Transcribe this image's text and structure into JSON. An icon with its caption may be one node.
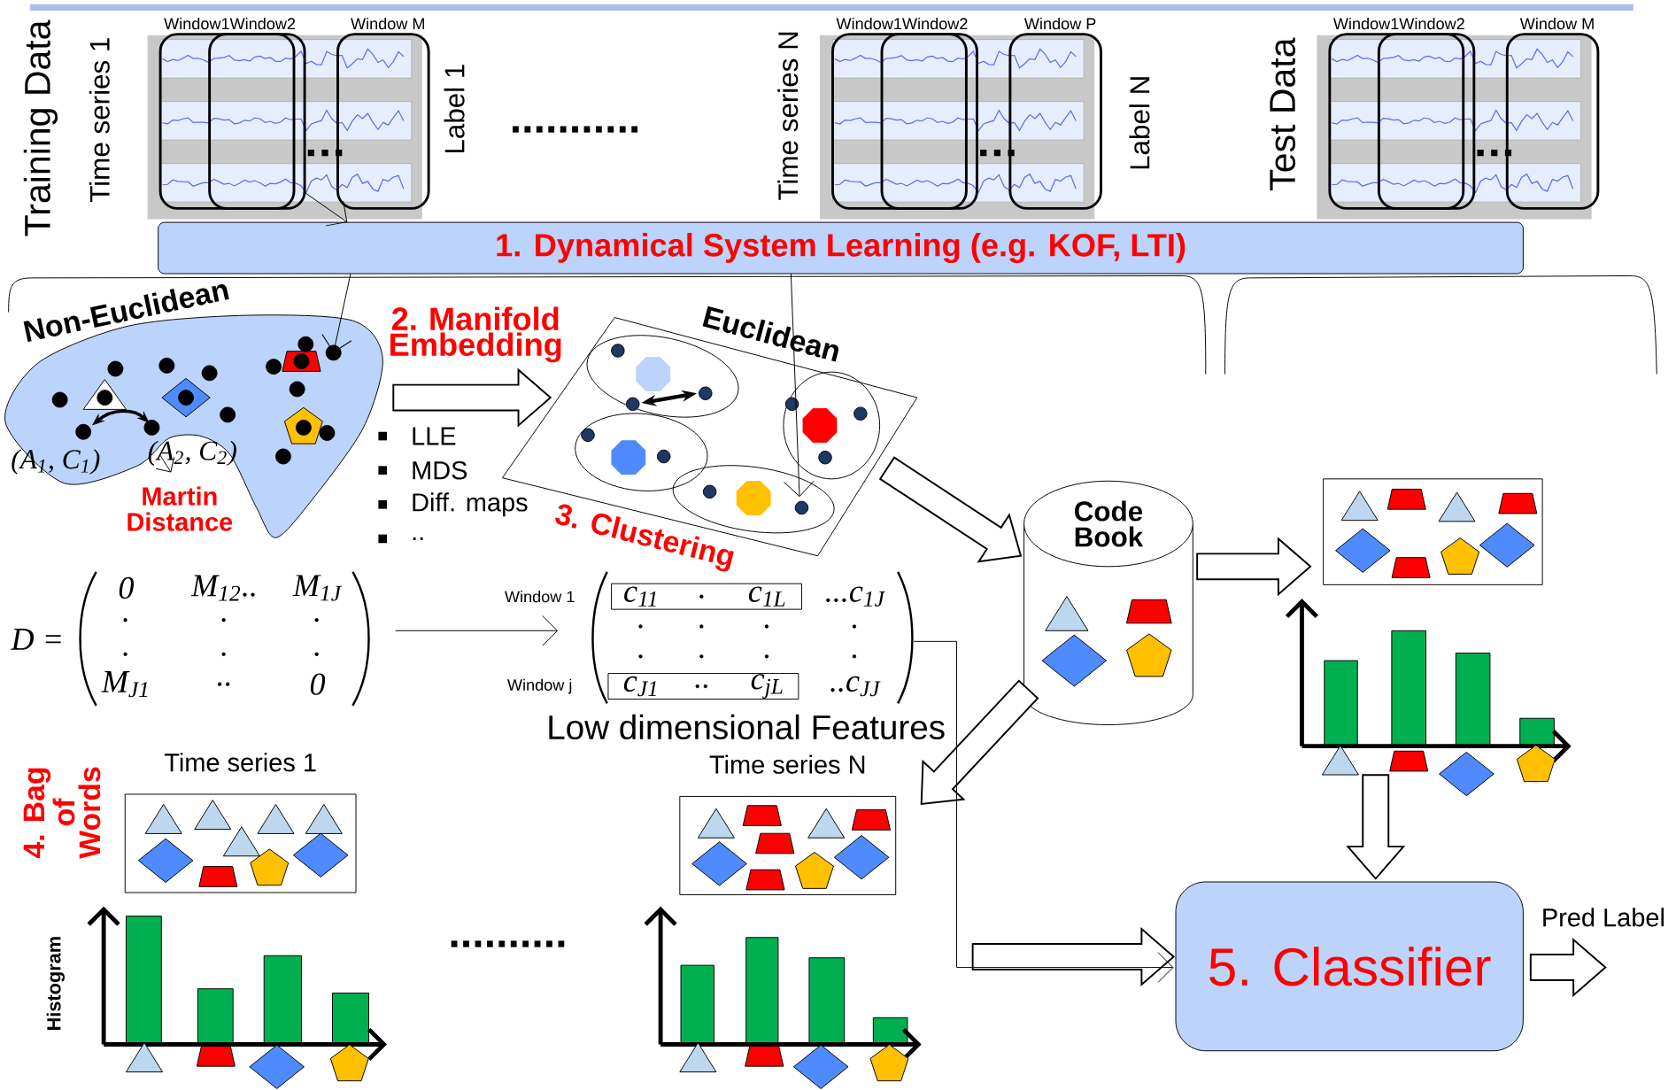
{
  "diagram": {
    "nodes": [
      {
        "text": [
          "1. Dynamical System Learning (e.g. KOF, LTI)"
        ]
      },
      {
        "text": [
          "Non-Euclidean"
        ]
      },
      {
        "text": [
          "Euclidean"
        ]
      },
      {
        "text": [
          "Code Book"
        ]
      },
      {
        "text": [
          "5. Classifier"
        ]
      },
      {
        "text": [
          "Window1Window2",
          "Window M"
        ],
        "beside": [
          "Time series 1",
          "Label 1"
        ]
      },
      {
        "text": [
          "Window1Window2",
          "Window P"
        ],
        "beside": [
          "Time series N",
          "Label N"
        ]
      },
      {
        "text": [
          "Window1Window2",
          "Window M"
        ],
        "beside": [
          "Test Data"
        ]
      },
      {
        "text": [
          "D =",
          "0",
          "M$_{12}$..",
          "M$_{1J}$",
          ".",
          ".",
          ".",
          ".",
          ".",
          ".",
          "M$_{J1}$",
          "..",
          "0"
        ]
      },
      {
        "text": [
          "Low dimensional Features",
          "c$_{11}$",
          ".",
          "c$_{1L}$",
          "...c$_{1J}$",
          ".",
          ".",
          ".",
          ".",
          ".",
          ".",
          ".",
          ".",
          "c$_{J1}$",
          "..",
          "c$_{jL}$",
          "..c$_{JJ}$"
        ],
        "beside": [
          "Window 1",
          "Window j"
        ]
      },
      {
        "text": [
          "Time series 1"
        ]
      },
      {
        "text": [
          "Time series N"
        ]
      },
      {
        "text": [],
        "shape": "box"
      },
      {
        "text": [],
        "shape": "picture"
      },
      {
        "text": [],
        "shape": "picture"
      }
    ],
    "edges": [
      {
        "from": 5,
        "to": 0,
        "arrow": "to"
      },
      {
        "from": 0,
        "to": 1,
        "arrow": "to"
      },
      {
        "from": 0,
        "to": 2,
        "arrow": "to"
      },
      {
        "from": 1,
        "to": 2,
        "arrow": "to",
        "style": "thick",
        "label": "2. Manifold Embedding"
      },
      {
        "from": 2,
        "to": 3,
        "arrow": "to",
        "style": "thick"
      },
      {
        "from": 3,
        "to": 12,
        "arrow": "to",
        "style": "thick"
      },
      {
        "from": 3,
        "to": 11,
        "arrow": "to",
        "style": "thick"
      },
      {
        "from": 14,
        "to": 4,
        "arrow": "to",
        "style": "thick"
      },
      {
        "from": 13,
        "to": 4,
        "arrow": "to",
        "style": "thick"
      },
      {
        "from": 9,
        "to": 4,
        "arrow": "to"
      },
      {
        "from": 8,
        "to": 9,
        "arrow": "to"
      },
      {
        "from": 4,
        "to": null,
        "arrow": "to",
        "style": "thick",
        "label": "Pred Label"
      }
    ],
    "labels": [
      "Training Data",
      "...........",
      "3. Clustering",
      "LLE",
      "MDS",
      "Diff. maps",
      "..",
      "(A$_{1}$, C$_{1}$)",
      "(A$_{2}$, C$_{2}$)",
      "Martin Distance",
      "4. Bag of Words",
      "Histogram",
      ".........."
    ]
  }
}
